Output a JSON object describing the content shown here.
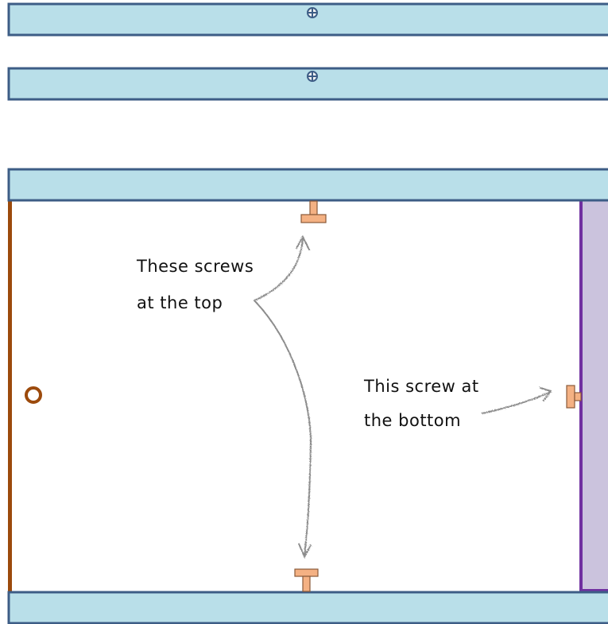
{
  "annotations": {
    "top_screws_line1": "These screws",
    "top_screws_line2": "at the top",
    "bottom_screw_line1": "This screw at",
    "bottom_screw_line2": "the bottom"
  },
  "colors": {
    "rail_fill": "#b9dfe9",
    "rail_stroke": "#3d5d86",
    "side_panel": "#9c4a0c",
    "door_fill": "#cbc3dd",
    "door_stroke": "#7030a0",
    "screw_fill": "#f4b183",
    "screw_stroke": "#8a5a3a",
    "arrow": "#8c8c8c"
  },
  "icons": {
    "rail_screw": "crosshair-screw-icon",
    "knob": "ring-knob-icon",
    "screw": "t-screw-icon"
  }
}
